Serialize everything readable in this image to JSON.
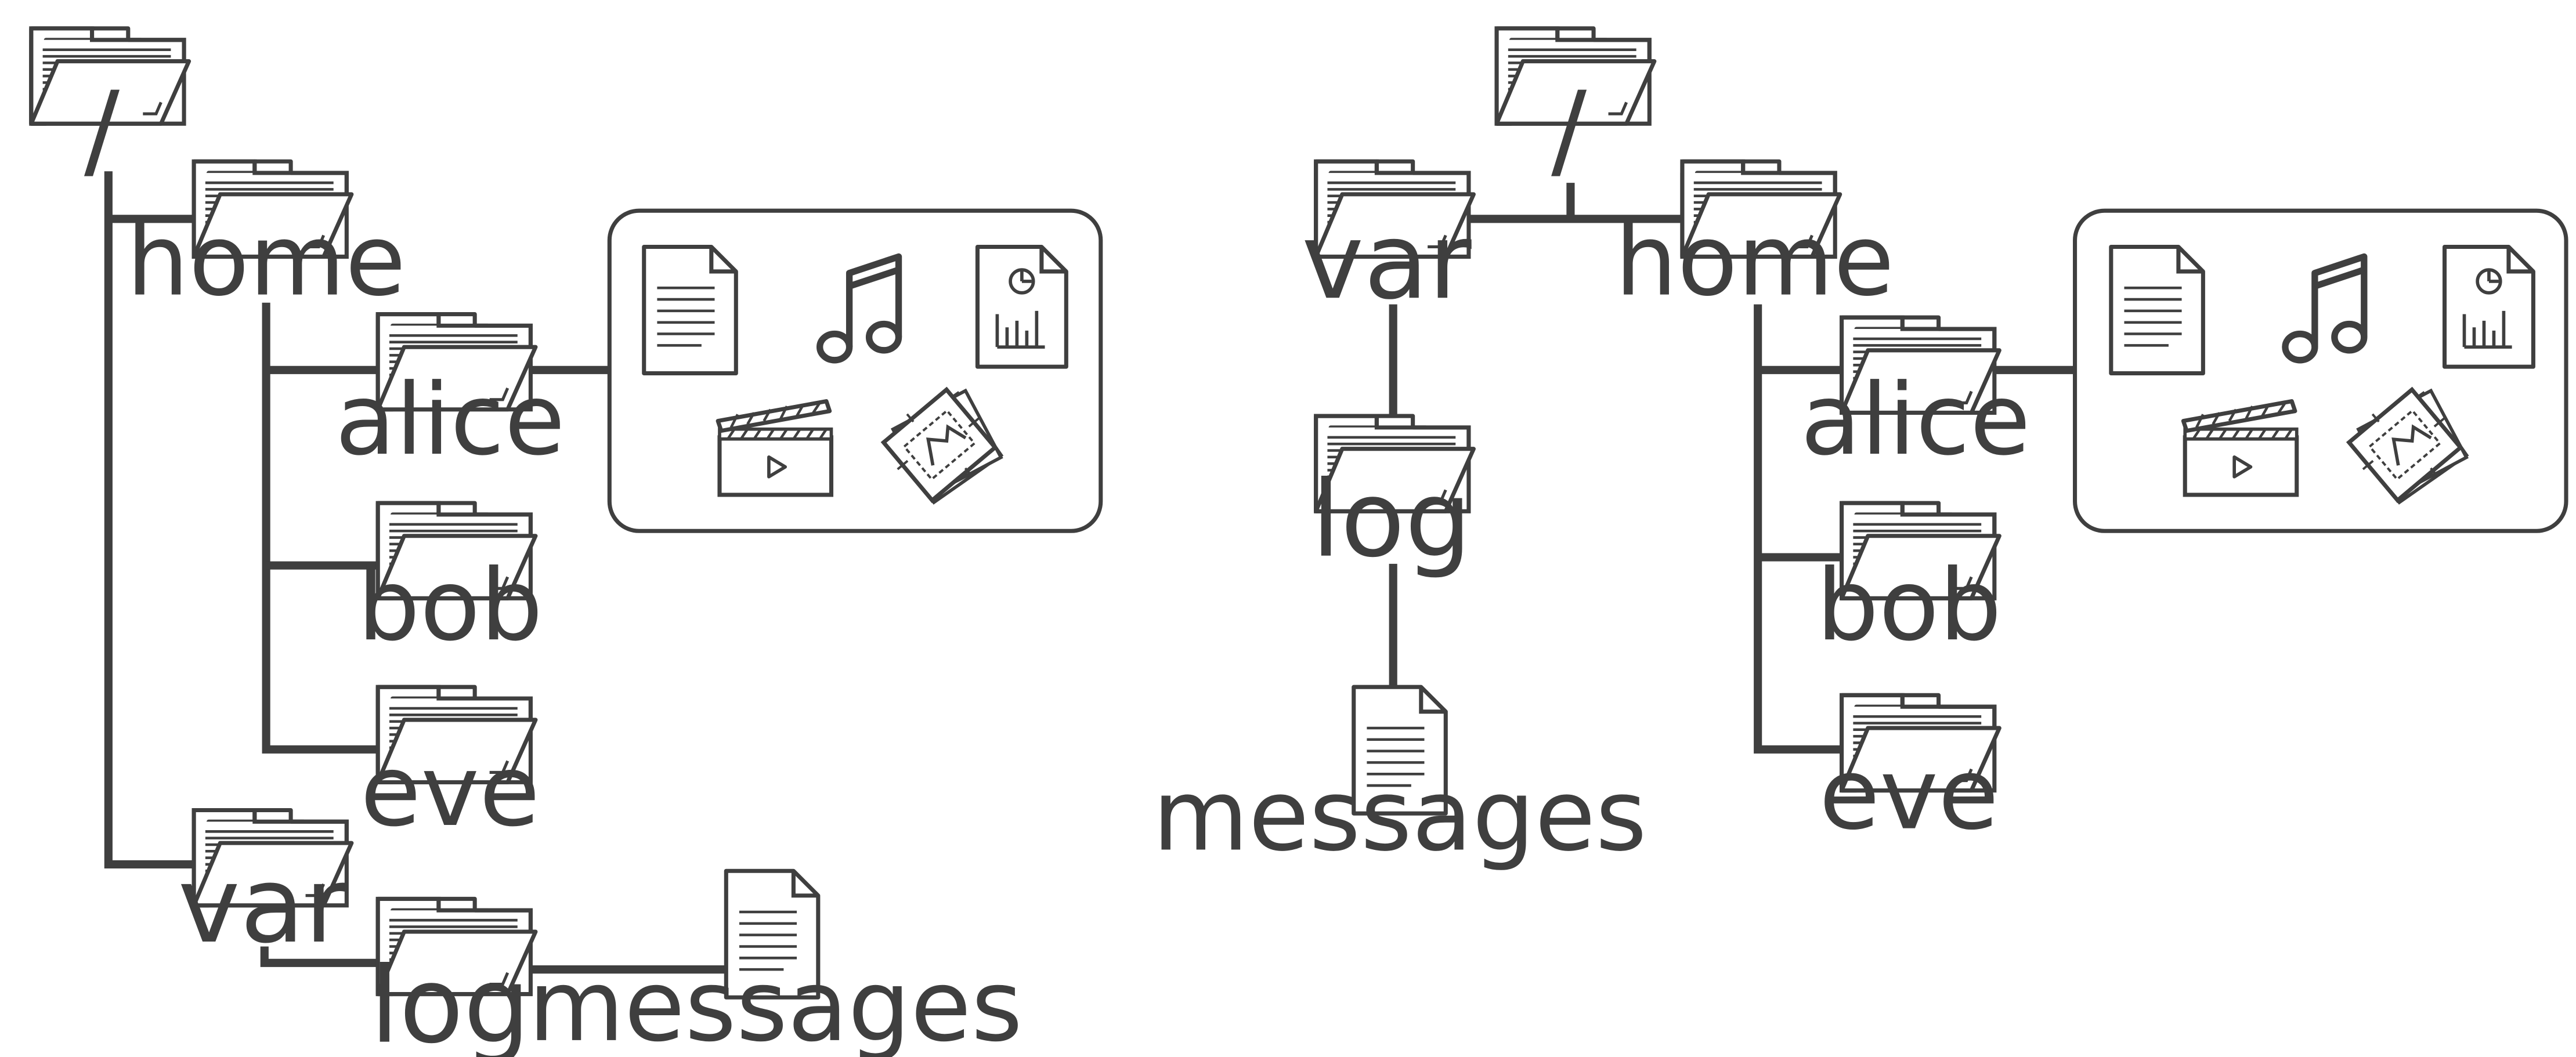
{
  "diagram": {
    "left_tree": {
      "root": "/",
      "home": "home",
      "alice": "alice",
      "bob": "bob",
      "eve": "eve",
      "var": "var",
      "log": "log",
      "messages": "messages"
    },
    "right_tree": {
      "root": "/",
      "var": "var",
      "log": "log",
      "messages": "messages",
      "home": "home",
      "alice": "alice",
      "bob": "bob",
      "eve": "eve"
    },
    "alice_contents": [
      "document-icon",
      "music-note-icon",
      "chart-document-icon",
      "clapperboard-icon",
      "photos-icon"
    ]
  }
}
